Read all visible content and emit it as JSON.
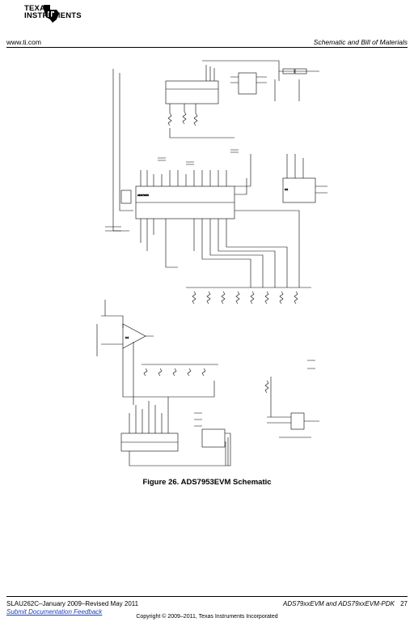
{
  "header": {
    "brand_line1": "TEXAS",
    "brand_line2": "INSTRUMENTS",
    "logo_icon": "texas-state-icon",
    "left": "www.ti.com",
    "right": "Schematic and Bill of Materials"
  },
  "figure": {
    "caption": "Figure 26. ADS7953EVM Schematic"
  },
  "footer": {
    "doc_id": "SLAU262C–January 2009–Revised May 2011",
    "feedback_link": "Submit Documentation Feedback",
    "title": "ADS79xxEVM and ADS79xxEVM-PDK",
    "page": "27",
    "copyright": "Copyright © 2009–2011, Texas Instruments Incorporated"
  },
  "colors": {
    "link": "#1a3fbf"
  }
}
